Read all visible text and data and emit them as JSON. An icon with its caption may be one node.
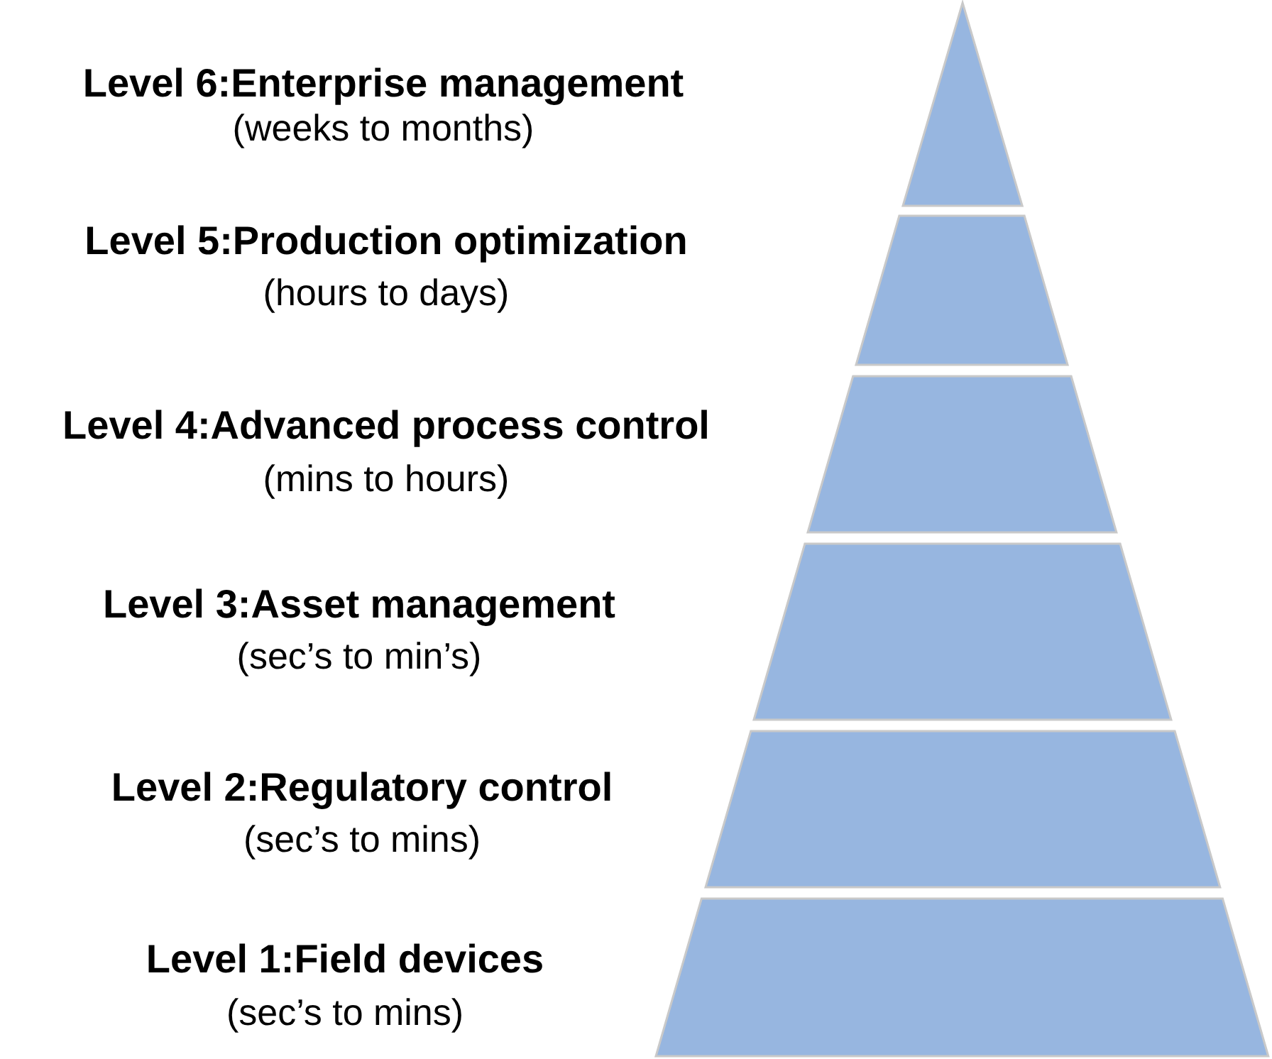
{
  "diagram": {
    "nodes": [
      {
        "text": [],
        "shape": "triangle",
        "beside": [
          "Level 6:Enterprise management",
          "(weeks to months)"
        ]
      },
      {
        "text": [],
        "shape": "trapezoid",
        "beside": [
          "Level 5:Production optimization",
          "(hours to days)"
        ]
      },
      {
        "text": [],
        "shape": "trapezoid",
        "beside": [
          "Level 4:Advanced process control",
          "(mins to hours)"
        ]
      },
      {
        "text": [],
        "shape": "trapezoid",
        "beside": [
          "Level 3:Asset management",
          "(sec’s to min’s)"
        ]
      },
      {
        "text": [],
        "shape": "trapezoid",
        "beside": [
          "Level 2:Regulatory control",
          "(sec’s to mins)"
        ]
      },
      {
        "text": [],
        "shape": "trapezoid",
        "beside": [
          "Level 1:Field devices",
          "(sec’s to mins)"
        ]
      }
    ]
  }
}
